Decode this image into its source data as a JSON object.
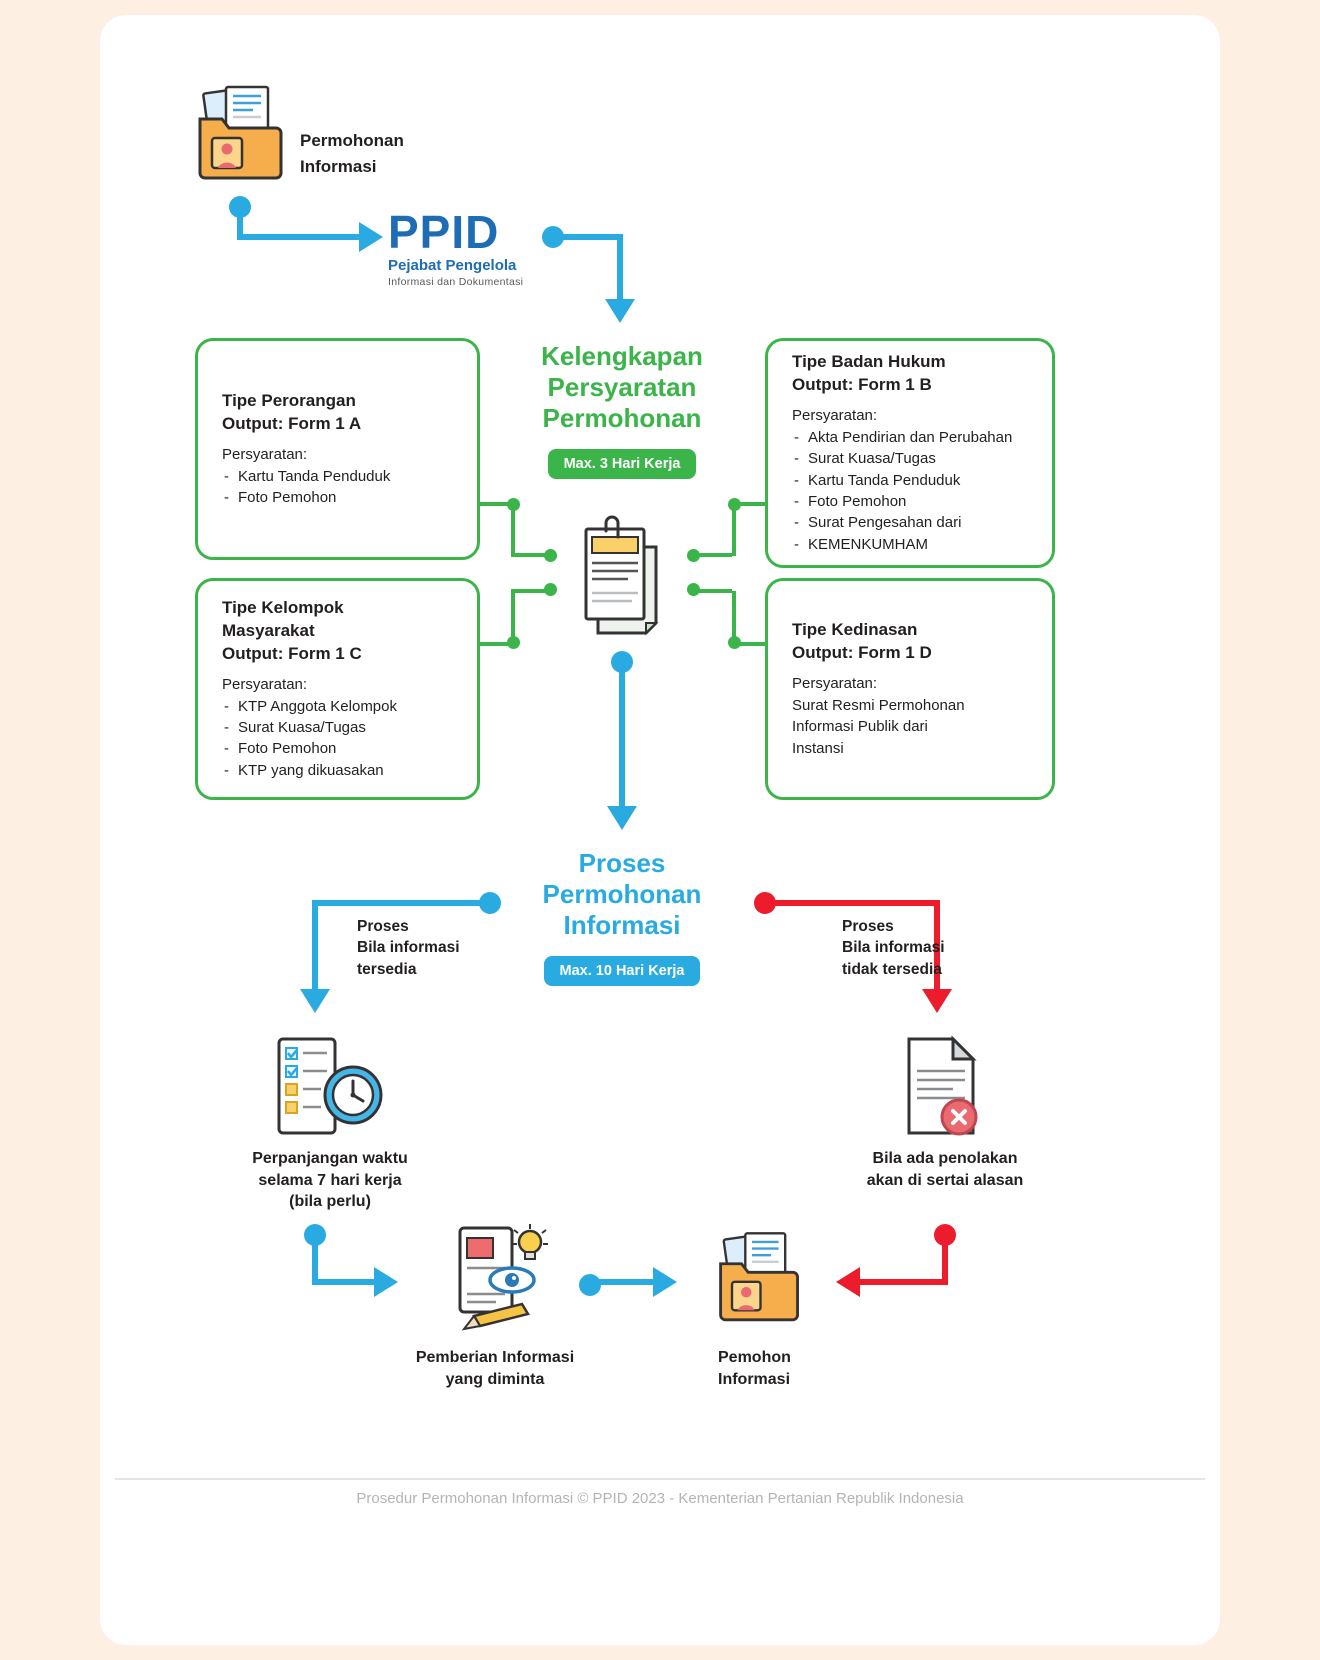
{
  "palette": {
    "blue": "#29abe2",
    "green": "#3bb54a",
    "red": "#ec1c2d",
    "page_bg": "#fdf0e2"
  },
  "start": {
    "label": "Permohonan\nInformasi"
  },
  "logo": {
    "acronym": "PPID",
    "subtitle": "Pejabat Pengelola",
    "tagline": "Informasi dan Dokumentasi"
  },
  "stage_requirements": {
    "title": "Kelengkapan\nPersyaratan\nPermohonan",
    "badge": "Max. 3 Hari Kerja"
  },
  "type_boxes": [
    {
      "title": "Tipe Perorangan\nOutput: Form 1 A",
      "label": "Persyaratan:",
      "items": [
        "Kartu Tanda Penduduk",
        "Foto Pemohon"
      ],
      "note": ""
    },
    {
      "title": "Tipe Badan Hukum\nOutput: Form 1 B",
      "label": "Persyaratan:",
      "items": [
        "Akta Pendirian dan Perubahan",
        "Surat Kuasa/Tugas",
        "Kartu Tanda Penduduk",
        "Foto Pemohon",
        "Surat Pengesahan dari",
        "KEMENKUMHAM"
      ],
      "note": ""
    },
    {
      "title": "Tipe Kelompok\nMasyarakat\nOutput: Form 1 C",
      "label": "Persyaratan:",
      "items": [
        "KTP Anggota Kelompok",
        "Surat Kuasa/Tugas",
        "Foto Pemohon",
        "KTP yang dikuasakan"
      ],
      "note": ""
    },
    {
      "title": "Tipe Kedinasan\nOutput: Form 1 D",
      "label": "Persyaratan:",
      "items": [],
      "note": "Surat Resmi Permohonan\nInformasi Publik dari\nInstansi"
    }
  ],
  "stage_process": {
    "title": "Proses\nPermohonan\nInformasi",
    "badge": "Max. 10 Hari Kerja"
  },
  "branches": {
    "available": "Proses\nBila informasi\ntersedia",
    "unavailable": "Proses\nBila informasi\ntidak tersedia"
  },
  "outcomes": {
    "extension": "Perpanjangan waktu\nselama 7 hari kerja\n(bila perlu)",
    "rejection": "Bila ada penolakan\nakan di sertai alasan",
    "delivery": "Pemberian Informasi\nyang diminta",
    "requester": "Pemohon\nInformasi"
  },
  "footer": "Prosedur Permohonan Informasi © PPID 2023 - Kementerian Pertanian Republik Indonesia"
}
